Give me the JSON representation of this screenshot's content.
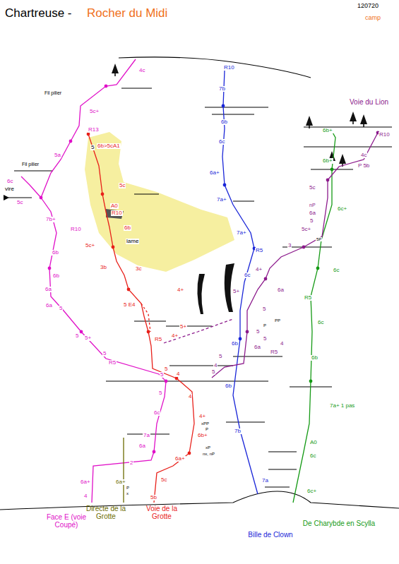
{
  "diagram": {
    "labels": [
      "Chartreuse -",
      "Rocher du Midi",
      "120720",
      "camp",
      "4",
      "6a+",
      "2",
      "6a",
      "7a",
      "6c",
      "5",
      "5",
      "5",
      "R5",
      "5",
      "5+",
      "5",
      "6a",
      "6a",
      "6b",
      "6b",
      "R10",
      "7b+",
      "5c",
      "6c",
      "Fil pilier",
      "vire",
      "5a",
      "R13",
      "5c+",
      "Fil pilier",
      "4c",
      "5b",
      "5c",
      "6a+",
      "6b+",
      "4+",
      "4",
      "4",
      "5",
      "R5",
      "4+",
      "5+",
      "5 E4",
      "4+",
      "3c",
      "3b",
      "5c+",
      "lame",
      "6b",
      "R10",
      "A0",
      "5c",
      "6b>5cA1",
      "5",
      "xPP",
      "P",
      "xP",
      "nx, nP",
      "6a+",
      "P",
      "x",
      "R10",
      "7b",
      "6b",
      "6c",
      "6a+",
      "7a+",
      "7a+",
      "R5",
      "6c",
      "6b",
      "6b",
      "7b",
      "7a",
      "Voie du Lion",
      "R10",
      "4c",
      "P 5b",
      "5c",
      "nP",
      "6a",
      "5",
      "5c+",
      "5P",
      "3",
      "4+",
      "6a",
      "5+",
      "5",
      "5",
      "R5",
      "5",
      "4",
      "6a",
      "5",
      "4",
      "5",
      "PP",
      "P",
      "6b+",
      "6b+",
      "6c+",
      "6c",
      "R5",
      "6c",
      "6b",
      "7a+ 1 pas",
      "A0",
      "6c",
      "6c+",
      "Face E (voie Coupé)",
      "Directe de la Grotte",
      "Voie de la Grotte",
      "Bille de Clown",
      "De Charybde en Scylla"
    ]
  }
}
